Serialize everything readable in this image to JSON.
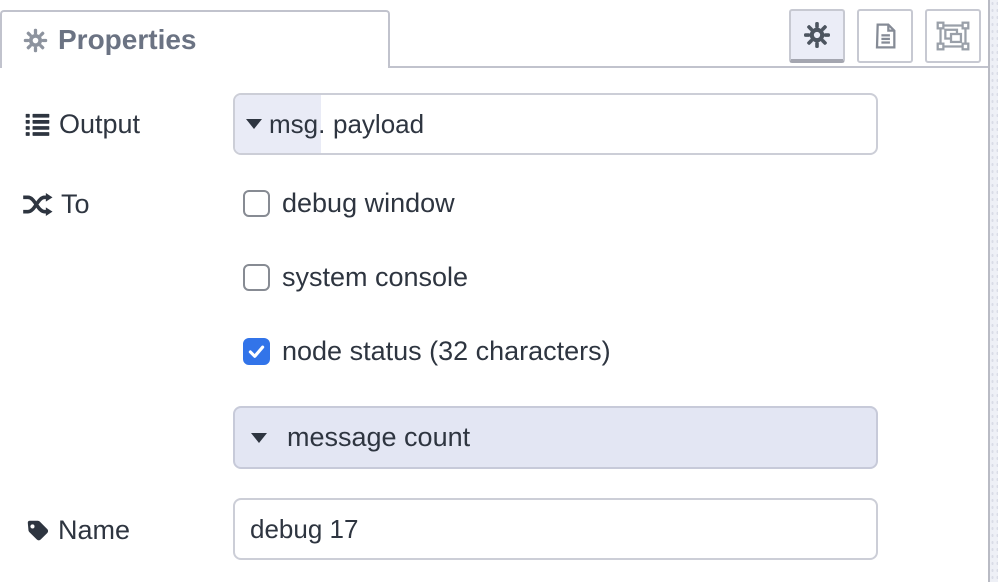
{
  "panel": {
    "tab": {
      "title": "Properties"
    },
    "toolbar": {
      "buttons": [
        {
          "name": "properties",
          "icon": "gear-icon",
          "active": true
        },
        {
          "name": "description",
          "icon": "file-text-icon",
          "active": false
        },
        {
          "name": "appearance",
          "icon": "object-group-icon",
          "active": false
        }
      ]
    },
    "fields": {
      "output": {
        "label": "Output",
        "icon": "list-icon",
        "prop_type": "msg.",
        "value": "payload"
      },
      "to": {
        "label": "To",
        "icon": "shuffle-icon",
        "options": [
          {
            "label": "debug window",
            "checked": false
          },
          {
            "label": "system console",
            "checked": false
          },
          {
            "label": "node status (32 characters)",
            "checked": true
          }
        ]
      },
      "status_display": {
        "value": "message count"
      },
      "name": {
        "label": "Name",
        "icon": "tag-icon",
        "value": "debug 17"
      }
    },
    "colors": {
      "typed_button_bg": "#e9ebf6",
      "select_bg": "#e3e6f3",
      "checkbox_checked": "#3274e9",
      "border": "#c7c9d2",
      "tab_text": "#6b7383",
      "text": "#2e3540"
    }
  }
}
